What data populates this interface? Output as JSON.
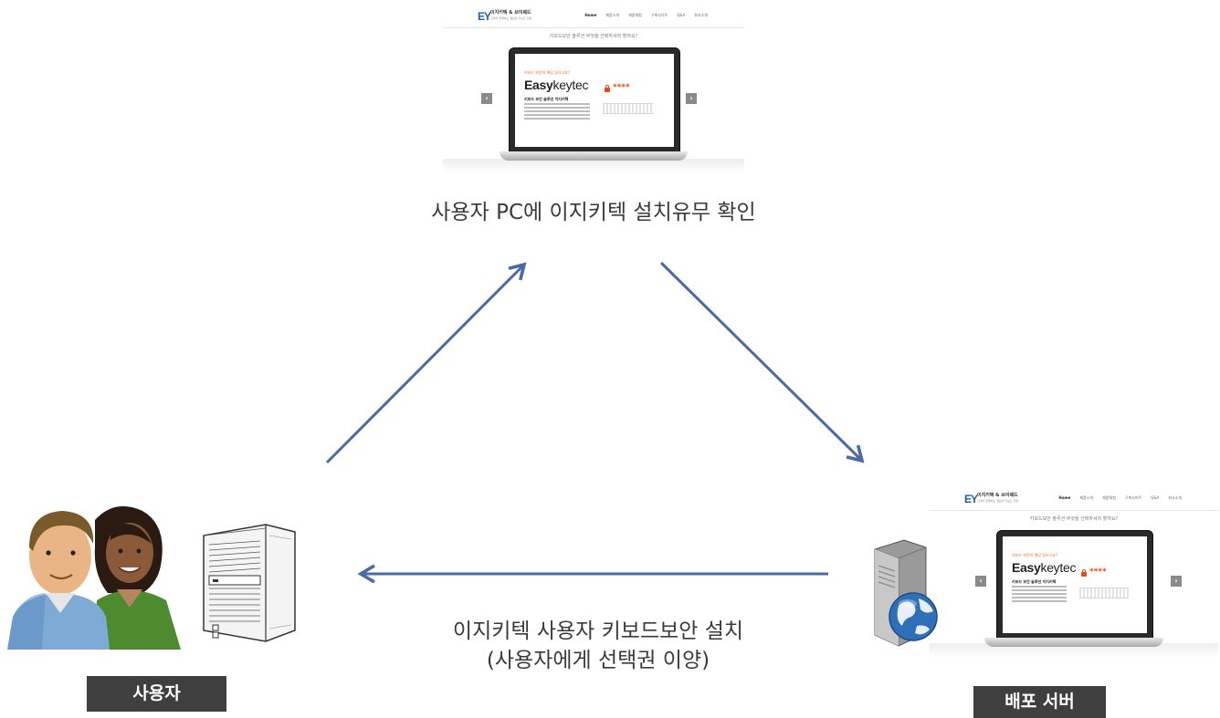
{
  "diagram": {
    "top_caption": "사용자 PC에 이지키텍 설치유무 확인",
    "bottom_caption_line1": "이지키텍 사용자 키보드보안 설치",
    "bottom_caption_line2": "(사용자에게 선택권 이양)",
    "user_label": "사용자",
    "server_label": "배포 서버",
    "arrow_color": "#4a6aa6"
  },
  "website": {
    "logo_mark": "EY",
    "logo_text": "이지키텍 & 브이웨드",
    "logo_sub": "고객과 함께하는 웹보안 키보드 전문",
    "menu": [
      "Home",
      "제품소개",
      "제품체험",
      "구축사이트",
      "Q&A",
      "회사소개"
    ],
    "tagline": "키보드보안 솔루션 무엇을 선택하셔야 할까요?",
    "screen_question": "키보드 보안의 해답 있으시죠?",
    "brand_bold": "Easy",
    "brand_light": "keytec",
    "screen_subtitle": "키보드 보안 솔루션 이지키텍",
    "stars": "****",
    "prev": "‹",
    "next": "›"
  }
}
